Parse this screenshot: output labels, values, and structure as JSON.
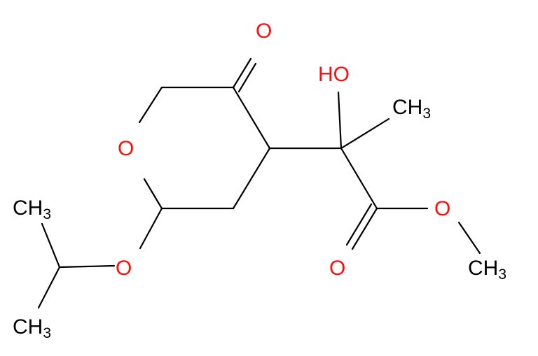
{
  "colors": {
    "bond": "#000000",
    "oxygen": "#ff0d0d",
    "carbon_label": "#000000",
    "background": "#ffffff"
  },
  "labels": {
    "ketone_o": "O",
    "ring_o": "O",
    "ether_o": "O",
    "carbonyl_o": "O",
    "ester_o": "O",
    "hydroxyl": "HO",
    "methyl_top": {
      "main": "CH",
      "sub": "3"
    },
    "methyl_ester": {
      "main": "CH",
      "sub": "3"
    },
    "methyl_iso_top": {
      "main": "CH",
      "sub": "3"
    },
    "methyl_iso_bottom": {
      "main": "CH",
      "sub": "3"
    }
  }
}
